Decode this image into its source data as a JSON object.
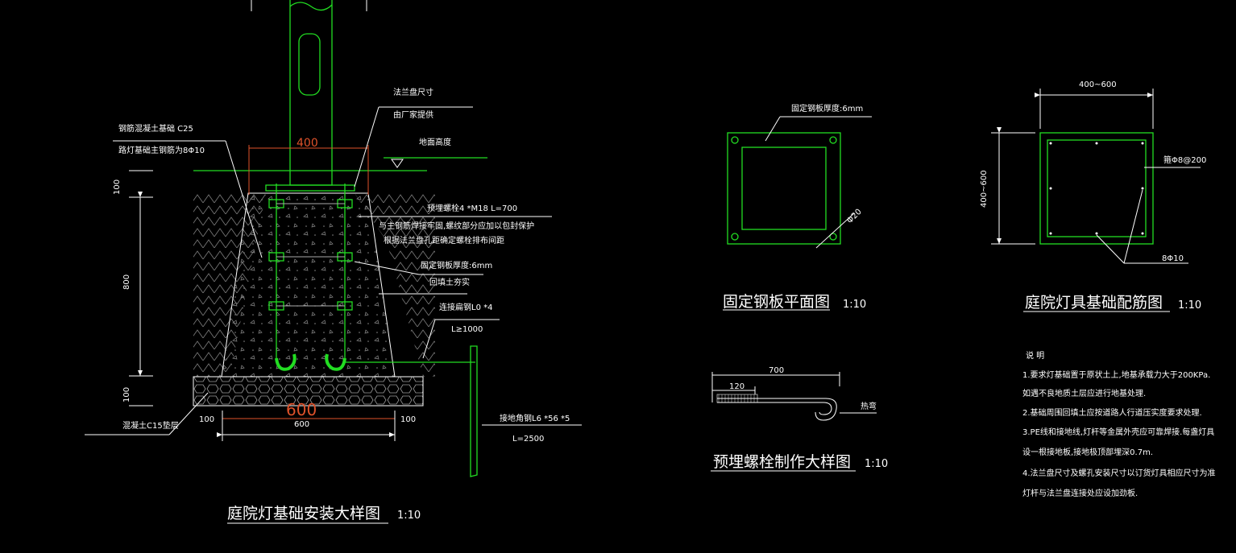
{
  "main_detail": {
    "title": "庭院灯基础安装大样图",
    "scale": "1:10",
    "dim_top_red": "400",
    "dim_bottom_red": "600",
    "dim_bottom": "600",
    "dim_left_100": "100",
    "dim_right_100": "100",
    "dim_h_top": "100",
    "dim_h_mid": "800",
    "dim_h_bot": "100",
    "labels": {
      "flange": "法兰盘尺寸",
      "factory": "由厂家提供",
      "ground": "地面高度",
      "concrete": "钢筋混凝土基础 C25",
      "rebar": "路灯基础主钢筋为8Φ10",
      "bolt": "预埋螺栓4 *M18  L=700",
      "weld": "与主钢筋焊接牢固,螺纹部分应加以包封保护",
      "spacing": "根据法兰盘孔距确定螺栓排布间距",
      "plate": "固定钢板厚度:6mm",
      "backfill": "回填土夯实",
      "connect": "连接扁钢L0 *4",
      "length": "L≥1000",
      "cushion": "混凝土C15垫层",
      "angle": "接地角钢L6 *56 *5",
      "angle_len": "L=2500"
    }
  },
  "plate_plan": {
    "title": "固定钢板平面图",
    "scale": "1:10",
    "thickness_label": "固定钢板厚度:6mm",
    "hole": "Φ20"
  },
  "bolt_detail": {
    "title": "预埋螺栓制作大样图",
    "scale": "1:10",
    "dim_total": "700",
    "dim_thread": "120",
    "hook": "热弯"
  },
  "rebar_plan": {
    "title": "庭院灯具基础配筋图",
    "scale": "1:10",
    "dim_w": "400~600",
    "dim_h": "400~600",
    "stirrup": "箍Φ8@200",
    "main": "8Φ10"
  },
  "notes": {
    "header": "说  明",
    "items": [
      "1.要求灯基础置于原状土上,地基承载力大于200KPa.",
      "   如遇不良地质土层应进行地基处理.",
      "2.基础周围回填土应按道路人行道压实度要求处理.",
      "3.PE线和接地线,灯杆等金属外壳应可靠焊接.每盏灯具",
      "   设一根接地板,接地极顶部埋深0.7m.",
      "4.法兰盘尺寸及螺孔安装尺寸以订货灯具相应尺寸为准",
      "   灯杆与法兰盘连接处应设加劲板."
    ]
  }
}
